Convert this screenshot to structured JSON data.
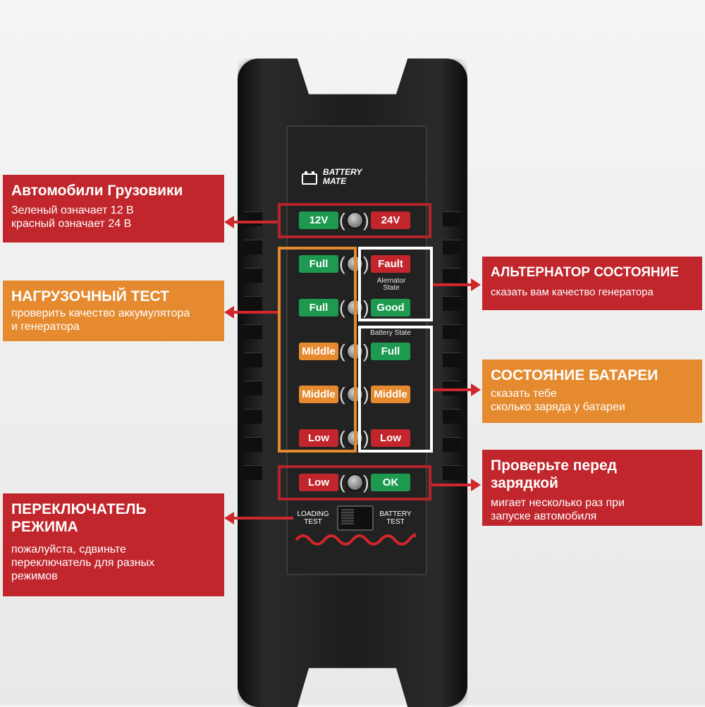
{
  "device": {
    "logo_line1": "BATTERY",
    "logo_line2": "MATE",
    "voltage": {
      "left": "12V",
      "right": "24V"
    },
    "load_test": [
      "Full",
      "Full",
      "Middle",
      "Middle",
      "Low"
    ],
    "alternator": [
      "Fault",
      "Good"
    ],
    "alternator_label": "Alernator\nState",
    "battery_state_label": "Battery State",
    "battery_state": [
      "Full",
      "Middle",
      "Low"
    ],
    "precharge": {
      "left": "Low",
      "right": "OK"
    },
    "switch_left": "LOADING\nTEST",
    "switch_right": "BATTERY\nTEST"
  },
  "callouts": {
    "vehicles": {
      "title": "Автомобили Грузовики",
      "body": "Зеленый означает 12 В\nкрасный означает 24 В"
    },
    "load_test": {
      "title": "НАГРУЗОЧНЫЙ ТЕСТ",
      "body": "проверить качество аккумулятора\nи генератора"
    },
    "mode_switch": {
      "title": "ПЕРЕКЛЮЧАТЕЛЬ\nРЕЖИМА",
      "body": "пожалуйста, сдвиньте\nпереключатель для разных\nрежимов"
    },
    "alternator": {
      "title": "АЛЬТЕРНАТОР СОСТОЯНИЕ",
      "body": "сказать вам качество генератора"
    },
    "battery": {
      "title": "СОСТОЯНИЕ БАТАРЕИ",
      "body": "сказать тебе\nсколько заряда у батареи"
    },
    "precharge": {
      "title": "Проверьте перед\nзарядкой",
      "body": "мигает несколько раз при\nзапуске автомобиля"
    }
  },
  "colors": {
    "red": "#c0262c",
    "orange": "#e58a2f",
    "green": "#1d9a4f",
    "white": "#ffffff"
  }
}
